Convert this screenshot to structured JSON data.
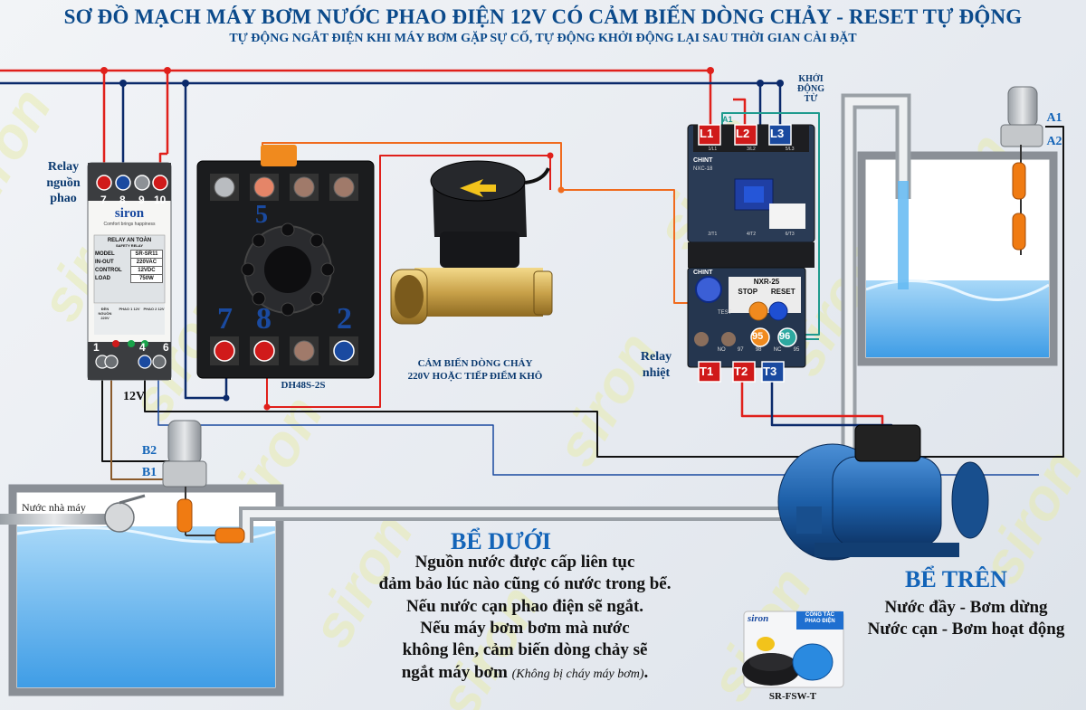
{
  "title": "SƠ ĐỒ MẠCH MÁY BƠM NƯỚC PHAO ĐIỆN 12V CÓ CẢM BIẾN DÒNG CHẢY - RESET TỰ ĐỘNG",
  "subtitle": "TỰ ĐỘNG NGẮT ĐIỆN KHI MÁY BƠM GẶP SỰ CỐ, TỰ ĐỘNG KHỞI ĐỘNG LẠI SAU THỜI GIAN CÀI ĐẶT",
  "watermark": "siron",
  "relay_float": {
    "label_line1": "Relay",
    "label_line2": "nguồn",
    "label_line3": "phao",
    "brand": "siron",
    "brand_tag": "Comfort brings happiness",
    "model_header": "RELAY AN TOÀN",
    "model_sub": "SAFETY RELAY",
    "rows": [
      {
        "k": "MODEL",
        "v": "SR-SR11"
      },
      {
        "k": "IN-OUT",
        "v": "220VAC"
      },
      {
        "k": "CONTROL",
        "v": "12VDC"
      },
      {
        "k": "LOAD",
        "v": "750W"
      }
    ],
    "top_terminals": [
      "7",
      "8",
      "9",
      "10"
    ],
    "bottom_terminals": [
      "1",
      "4",
      "6"
    ],
    "indicator_labels": [
      "ĐÈN NGUỒN 220V",
      "PHAO 1 12V",
      "PHAO 2 12V"
    ],
    "voltage": "12V"
  },
  "timer": {
    "model": "DH48S-2S",
    "top_number": "5",
    "bottom_numbers": [
      "7",
      "8",
      "2"
    ]
  },
  "flow_sensor": {
    "caption_line1": "CẢM BIẾN DÒNG CHẢY",
    "caption_line2": "220V HOẶC TIẾP ĐIỂM KHÔ"
  },
  "contactor": {
    "brand": "CHINT",
    "model": "NXC-18",
    "start_label_line1": "KHỞI",
    "start_label_line2": "ĐỘNG",
    "start_label_line3": "TỪ",
    "top_terminals": [
      "L1",
      "L2",
      "L3"
    ],
    "top_terminal_tags": [
      "1/L1",
      "3/L2",
      "5/L3"
    ],
    "mid_terminal_tags": [
      "2/T1",
      "4/T2",
      "6/T3"
    ],
    "a1": "A1"
  },
  "thermal_relay": {
    "label_line1": "Relay",
    "label_line2": "nhiệt",
    "brand": "CHINT",
    "model": "NXR-25",
    "stop": "STOP",
    "reset": "RESET",
    "test": "TEST",
    "contacts": [
      "95",
      "96"
    ],
    "contact_tags": [
      "NO",
      "97",
      "98",
      "NC",
      "95"
    ],
    "bottom_terminals": [
      "T1",
      "T2",
      "T3"
    ]
  },
  "upper_float": {
    "a1": "A1",
    "a2": "A2"
  },
  "lower_float": {
    "b1": "B1",
    "b2": "B2",
    "inlet_label": "Nước nhà máy"
  },
  "lower_tank": {
    "heading": "BỂ DƯỚI",
    "lines": [
      "Nguồn nước được cấp liên tục",
      "đảm bảo lúc nào cũng có nước trong bể.",
      "Nếu nước cạn phao điện sẽ ngắt.",
      "Nếu máy bơm bơm mà nước",
      "không lên, cảm biến dòng chảy sẽ",
      "ngắt máy bơm"
    ],
    "note": "(Không bị cháy máy bơm)",
    "end_mark": "."
  },
  "upper_tank": {
    "heading": "BỂ TRÊN",
    "line1": "Nước đầy - Bơm dừng",
    "line2": "Nước cạn - Bơm hoạt động"
  },
  "product": {
    "brand": "siron",
    "box_label_line1": "CÔNG TẮC",
    "box_label_line2": "PHAO ĐIỆN",
    "caption": "SR-FSW-T"
  },
  "colors": {
    "title": "#0b4a8b",
    "wire_red": "#e0201b",
    "wire_blue": "#0b2a6b",
    "wire_black": "#111111",
    "water": "#5fb4f0",
    "pump": "#1d5fa8",
    "terminal_red": "#d01a1a",
    "terminal_blue": "#1a4aa0"
  }
}
